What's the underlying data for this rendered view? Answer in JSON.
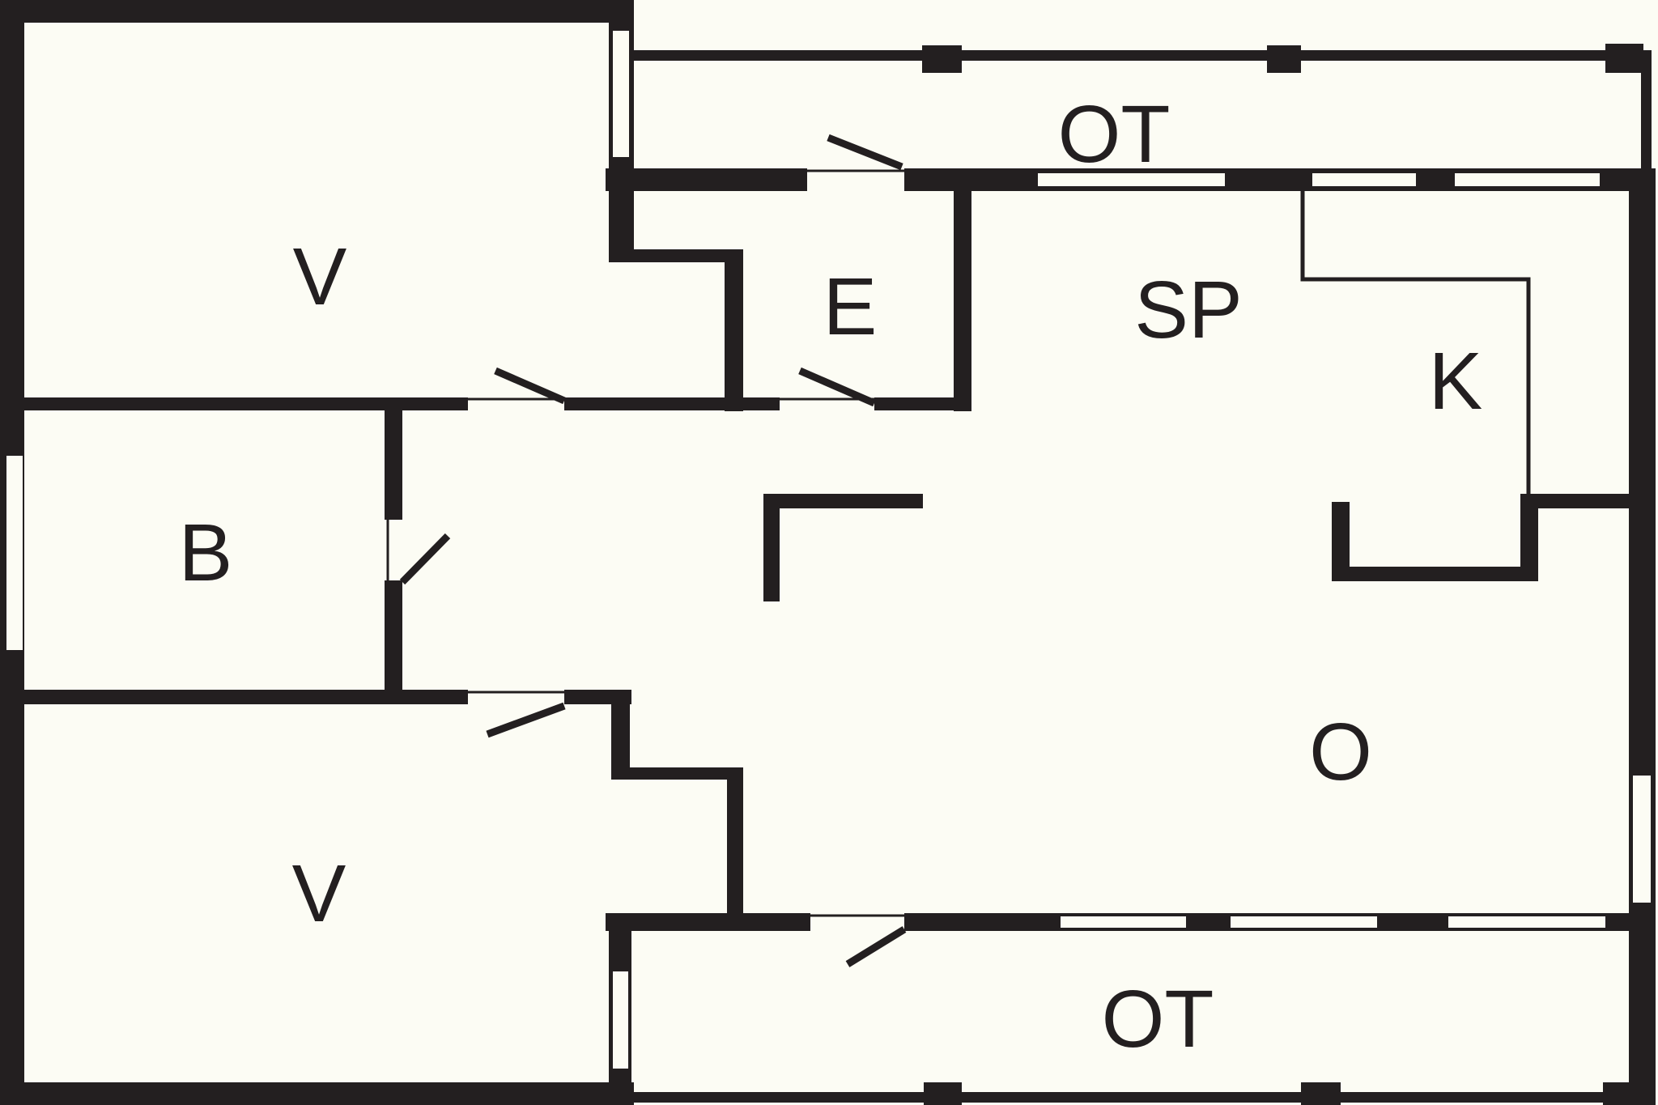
{
  "drawing_type": "floor-plan",
  "colors": {
    "wall": "#231f20",
    "floor": "#fcfcf4"
  },
  "rooms": [
    {
      "id": "bedroom-top",
      "label": "V"
    },
    {
      "id": "terrace-top",
      "label": "OT"
    },
    {
      "id": "entry",
      "label": "E"
    },
    {
      "id": "dining",
      "label": "SP"
    },
    {
      "id": "kitchen",
      "label": "K"
    },
    {
      "id": "bathroom",
      "label": "B"
    },
    {
      "id": "bedroom-bottom",
      "label": "V"
    },
    {
      "id": "living-room",
      "label": "O"
    },
    {
      "id": "terrace-bottom",
      "label": "OT"
    }
  ]
}
